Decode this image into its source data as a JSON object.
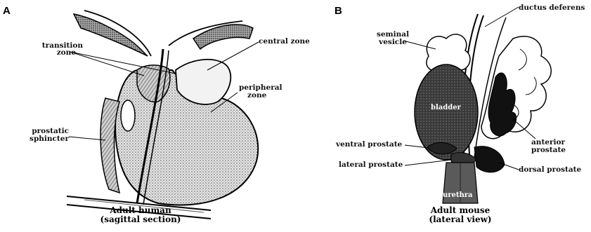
{
  "panel_a": {
    "letter": "A",
    "labels": {
      "transition_zone_1": "transition",
      "transition_zone_2": "zone",
      "central_zone": "central zone",
      "peripheral_zone_1": "peripheral",
      "peripheral_zone_2": "zone",
      "prostatic_sphincter_1": "prostatic",
      "prostatic_sphincter_2": "sphincter"
    },
    "caption_1": "Adult human",
    "caption_2": "(sagittal section)"
  },
  "panel_b": {
    "letter": "B",
    "labels": {
      "seminal_vesicle_1": "seminal",
      "seminal_vesicle_2": "vesicle",
      "ductus_deferens": "ductus deferens",
      "anterior_prostate_1": "anterior",
      "anterior_prostate_2": "prostate",
      "ventral_prostate": "ventral prostate",
      "lateral_prostate": "lateral prostate",
      "dorsal_prostate": "dorsal prostate",
      "bladder": "bladder",
      "urethra": "urethra"
    },
    "caption_1": "Adult mouse",
    "caption_2": "(lateral view)"
  }
}
